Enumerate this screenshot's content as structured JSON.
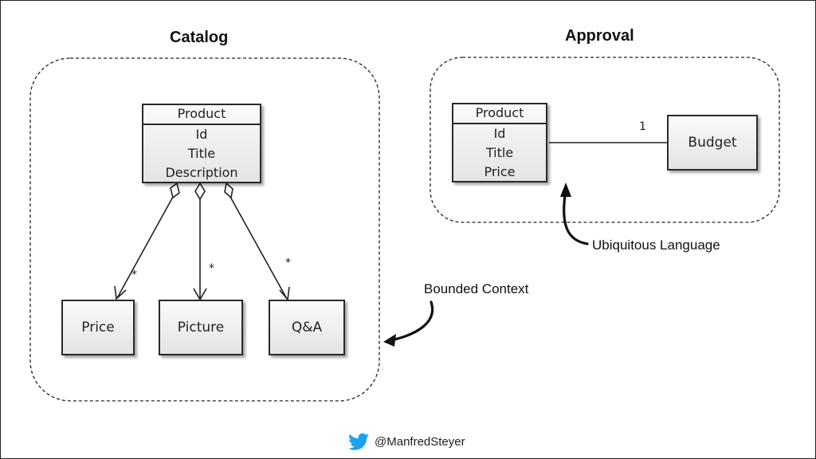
{
  "contexts": {
    "catalog": {
      "title": "Catalog"
    },
    "approval": {
      "title": "Approval"
    }
  },
  "catalog": {
    "product": {
      "name": "Product",
      "attributes": [
        "Id",
        "Title",
        "Description"
      ]
    },
    "children": [
      "Price",
      "Picture",
      "Q&A"
    ],
    "multiplicities": [
      "*",
      "*",
      "*"
    ]
  },
  "approval": {
    "product": {
      "name": "Product",
      "attributes": [
        "Id",
        "Title",
        "Price"
      ]
    },
    "budget": {
      "name": "Budget"
    },
    "multiplicity": "1"
  },
  "annotations": {
    "bounded_context": "Bounded Context",
    "ubiquitous_language": "Ubiquitous Language"
  },
  "footer": {
    "handle": "@ManfredSteyer",
    "icon": "twitter-bird-icon",
    "icon_color": "#1da1f2"
  }
}
